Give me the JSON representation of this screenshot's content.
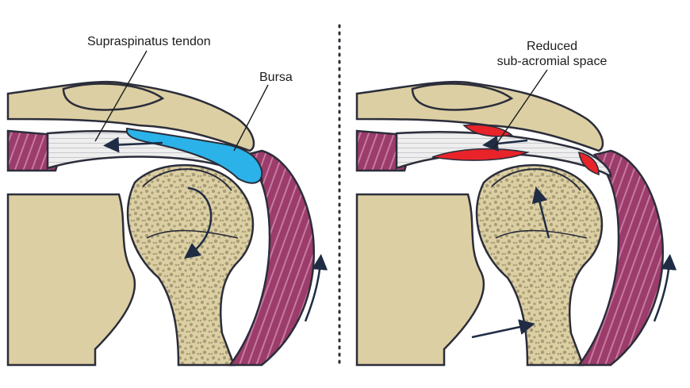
{
  "left_panel": {
    "labels": {
      "tendon": "Supraspinatus tendon",
      "bursa": "Bursa"
    }
  },
  "right_panel": {
    "labels": {
      "space_line1": "Reduced",
      "space_line2": "sub-acromial space"
    }
  },
  "colors": {
    "bone": "#dccfa3",
    "bone_outline": "#2b2d3a",
    "marrow_spot": "#a89d76",
    "muscle": "#9b3c6a",
    "muscle_stripe": "#c77aa0",
    "tendon": "#eeeeee",
    "bursa": "#2bb2e8",
    "inflamed": "#e8232a",
    "arrow": "#1f2c44",
    "background_panel": "#f4f4f6",
    "divider": "#2d2d3a"
  }
}
